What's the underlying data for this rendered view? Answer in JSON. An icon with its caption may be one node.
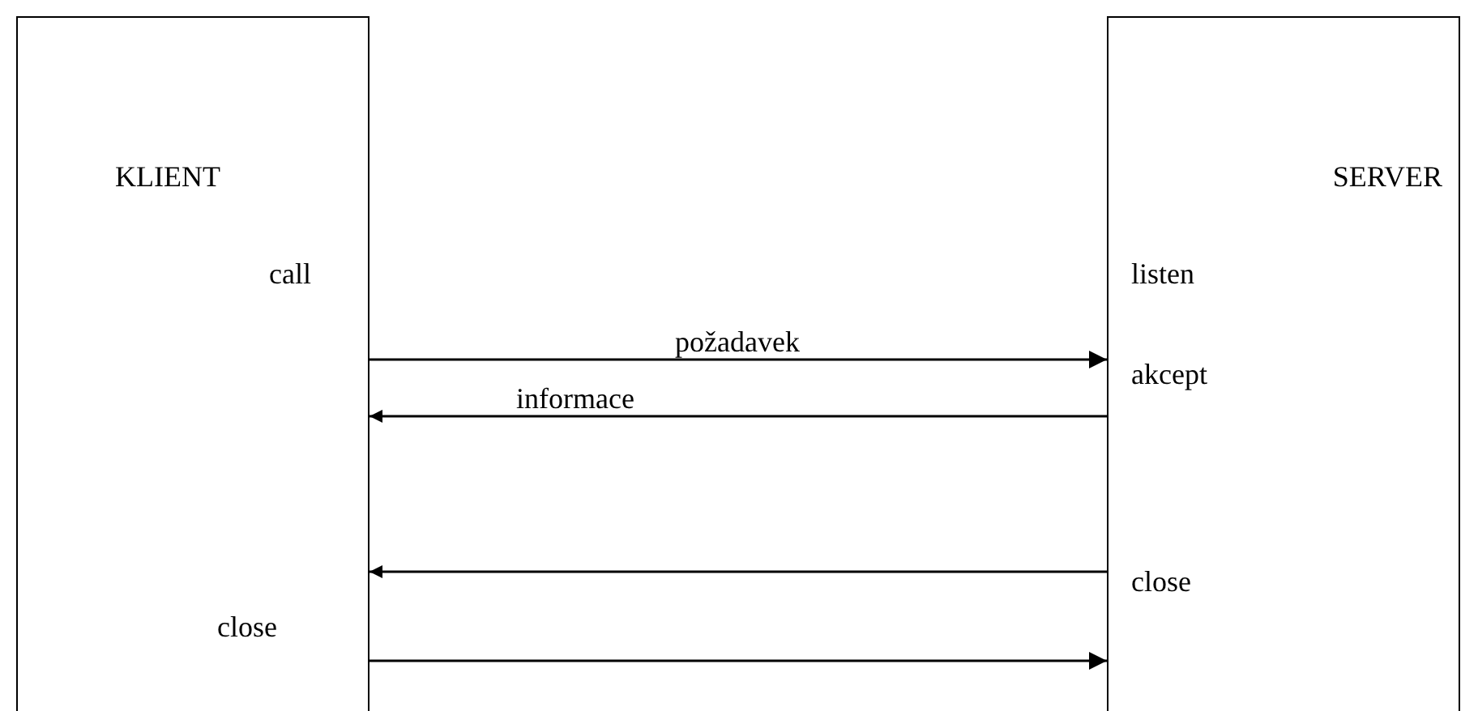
{
  "diagram": {
    "nodes": [
      {
        "text": [
          "KLIENT",
          "call",
          "close"
        ]
      },
      {
        "text": [
          "SERVER",
          "listen",
          "akcept",
          "close"
        ]
      }
    ],
    "edges": [
      {
        "from": 0,
        "to": 1,
        "arrow": "to",
        "label": "požadavek"
      },
      {
        "from": 1,
        "to": 0,
        "arrow": "to",
        "label": "informace"
      },
      {
        "from": 1,
        "to": 0,
        "arrow": "to"
      },
      {
        "from": 0,
        "to": 1,
        "arrow": "to"
      }
    ]
  }
}
